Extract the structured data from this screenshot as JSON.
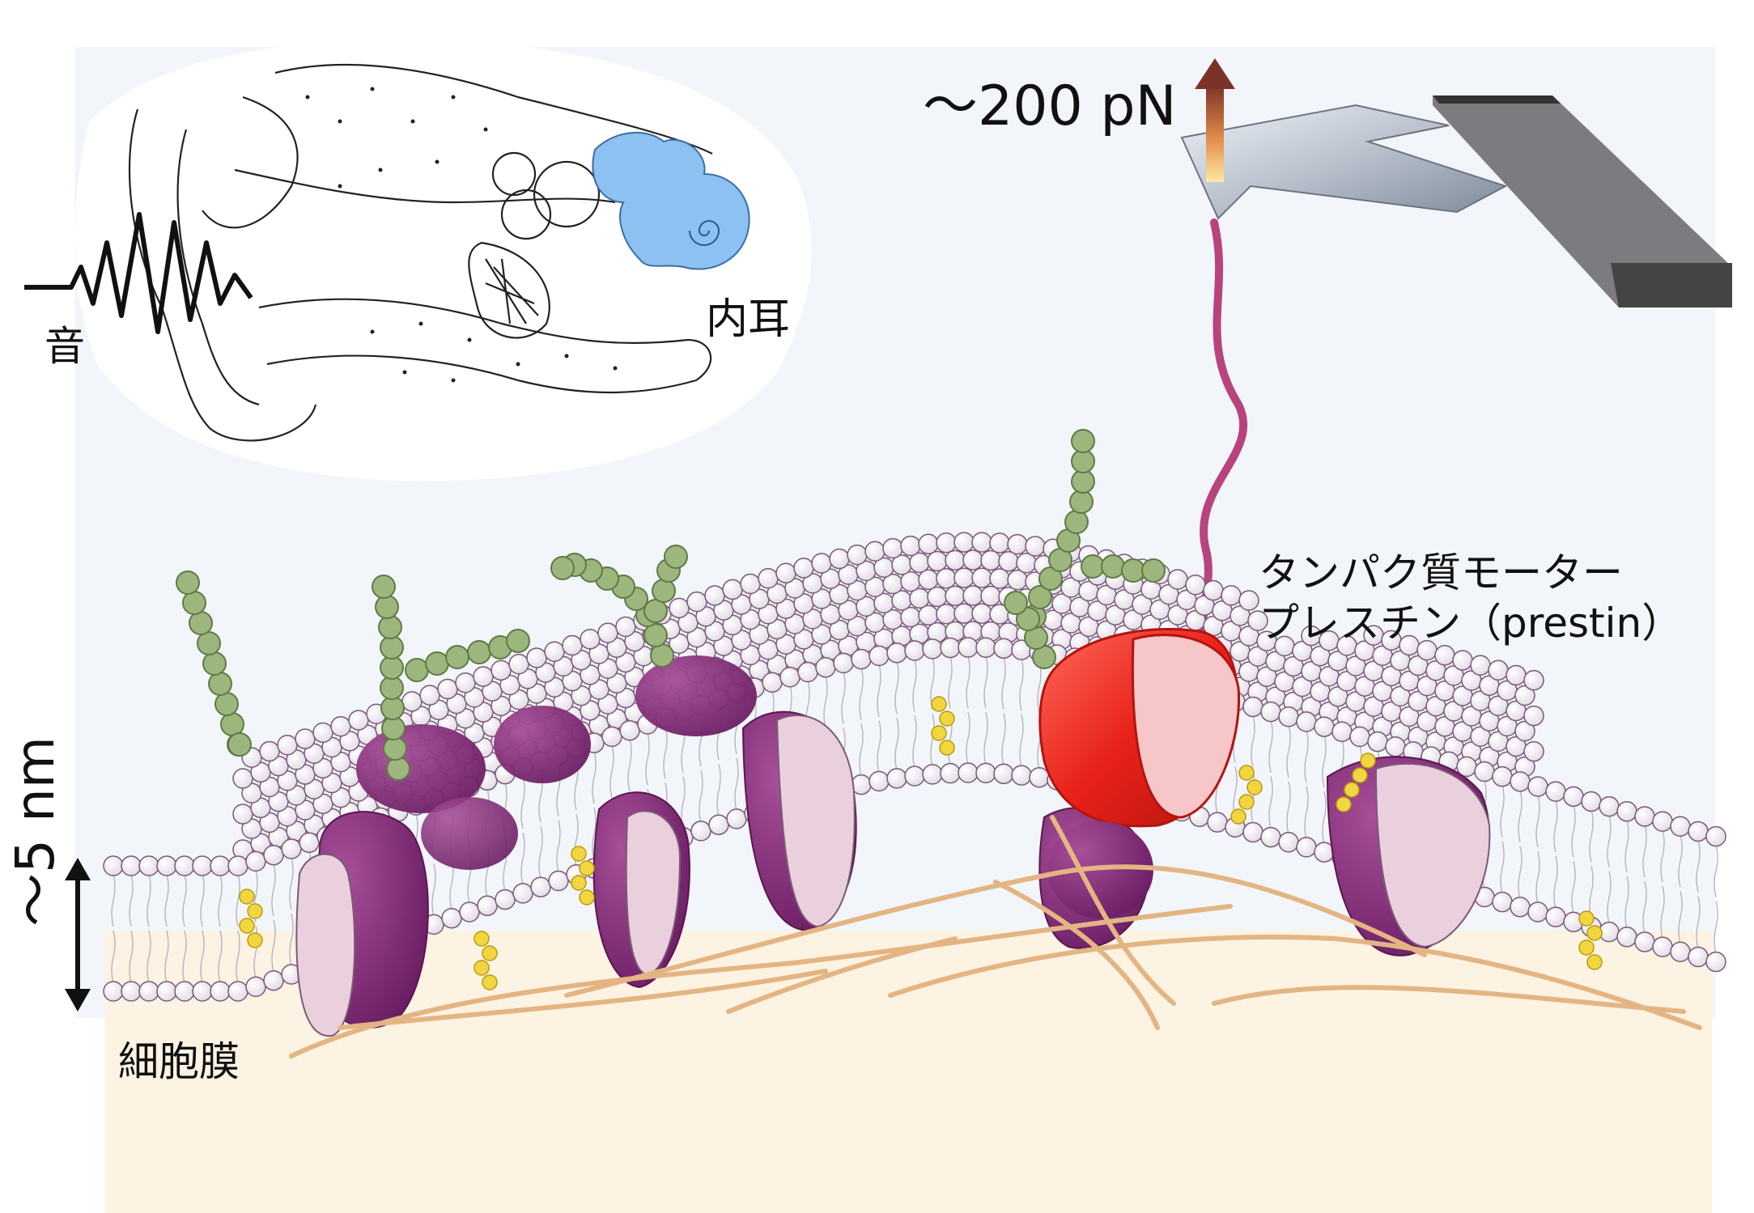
{
  "labels": {
    "force": "～200 pN",
    "motor_line1": "タンパク質モーター",
    "motor_line2": "プレスチン（prestin）",
    "sound": "音",
    "inner_ear": "内耳",
    "membrane": "細胞膜",
    "thickness": "～5 nm"
  },
  "colors": {
    "background_upper": "#f2f6fa",
    "background_lower": "#fdf3e3",
    "prestin_red": "#e8221a",
    "prestin_pink": "#f6c6c9",
    "protein_purple": "#7a2470",
    "protein_pink": "#ead0dc",
    "lipid_head": "#f4f2f6",
    "lipid_outline": "#7a5a78",
    "glycan_green": "#9db67e",
    "cholesterol_yellow": "#f2d640",
    "cytoskeleton_tan": "#e3b583",
    "cochlea_blue": "#8cc1f2",
    "cantilever_gray": "#7d7d80",
    "tether_magenta": "#b8437d"
  },
  "icons": [
    "ear-anatomy-icon",
    "sound-wave-icon",
    "force-arrow-icon",
    "afm-cantilever-icon",
    "prestin-protein-icon"
  ]
}
